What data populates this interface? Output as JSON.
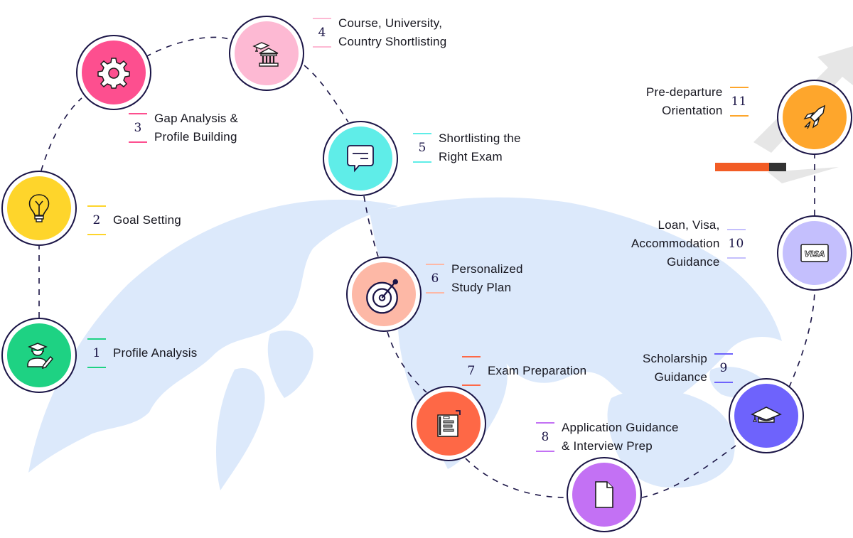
{
  "diagram": {
    "type": "journey-roadmap",
    "background": "world-map",
    "steps": [
      {
        "number": "1",
        "lines": [
          "Profile Analysis"
        ],
        "icon": "student-graduate-pencil-icon",
        "color": "#1ed283"
      },
      {
        "number": "2",
        "lines": [
          "Goal Setting"
        ],
        "icon": "lightbulb-icon",
        "color": "#fed52b"
      },
      {
        "number": "3",
        "lines": [
          "Gap Analysis &",
          "Profile Building"
        ],
        "icon": "gear-icon",
        "color": "#fd4f8f"
      },
      {
        "number": "4",
        "lines": [
          "Course, University,",
          "Country Shortlisting"
        ],
        "icon": "university-cap-icon",
        "color": "#fdb9d3"
      },
      {
        "number": "5",
        "lines": [
          "Shortlisting the",
          "Right Exam"
        ],
        "icon": "chat-bubble-icon",
        "color": "#5fede8"
      },
      {
        "number": "6",
        "lines": [
          "Personalized",
          "Study Plan"
        ],
        "icon": "target-icon",
        "color": "#fdb8a6"
      },
      {
        "number": "7",
        "lines": [
          "Exam Preparation"
        ],
        "icon": "notes-document-icon",
        "color": "#fe6846"
      },
      {
        "number": "8",
        "lines": [
          "Application Guidance",
          "& Interview Prep"
        ],
        "icon": "file-icon",
        "color": "#c371f4"
      },
      {
        "number": "9",
        "lines": [
          "Scholarship",
          "Guidance"
        ],
        "icon": "graduation-cap-icon",
        "color": "#6e63fc"
      },
      {
        "number": "10",
        "lines": [
          "Loan, Visa,",
          "Accommodation",
          "Guidance"
        ],
        "icon": "visa-card-icon",
        "color": "#c4bffd"
      },
      {
        "number": "11",
        "lines": [
          "Pre-departure",
          "Orientation"
        ],
        "icon": "rocket-icon",
        "color": "#fea62c"
      }
    ],
    "visa_card_text": "VISA",
    "colors": {
      "ring": "#1a1446",
      "map": "#dce9fb",
      "arrow": "#e6e6e6",
      "bar_orange": "#f25c25",
      "bar_dark": "#333333"
    }
  }
}
